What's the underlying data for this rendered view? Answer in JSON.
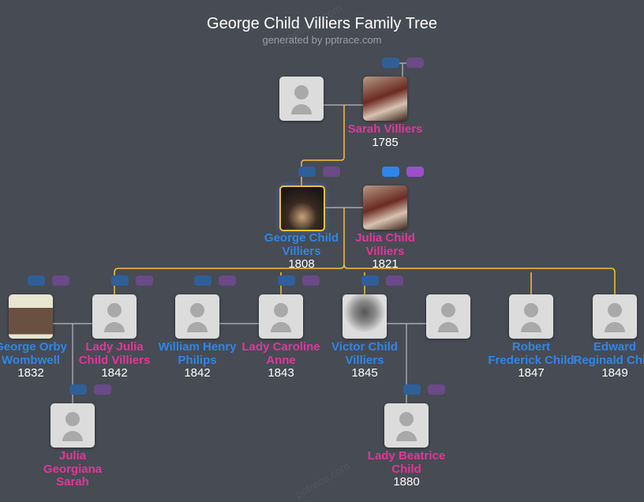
{
  "header": {
    "title": "George Child Villiers Family Tree",
    "subtitle": "generated by pptrace.com",
    "watermark": "pptrace.com"
  },
  "colors": {
    "male": "#2f86e8",
    "female": "#e0379a",
    "line_descent": "#f5bf3c",
    "line_couple": "#b9bcc2",
    "background": "#474b53"
  },
  "people": [
    {
      "id": "p0",
      "name": "",
      "year": "",
      "gender": "unknown",
      "photo": "placeholder"
    },
    {
      "id": "p1",
      "name": "Sarah Villiers",
      "year": "1785",
      "gender": "f",
      "photo": "portrait"
    },
    {
      "id": "p2",
      "name": "George Child Villiers",
      "year": "1808",
      "gender": "m",
      "photo": "painting",
      "selected": true
    },
    {
      "id": "p3",
      "name": "Julia Child Villiers",
      "year": "1821",
      "gender": "f",
      "photo": "portrait"
    },
    {
      "id": "p4",
      "name": "George Orby Wombwell",
      "year": "1832",
      "gender": "m",
      "photo": "caricature"
    },
    {
      "id": "p5",
      "name": "Lady Julia Child Villiers",
      "year": "1842",
      "gender": "f",
      "photo": "placeholder"
    },
    {
      "id": "p6",
      "name": "William Henry Philips",
      "year": "1842",
      "gender": "m",
      "photo": "placeholder"
    },
    {
      "id": "p7",
      "name": "Lady Caroline Anne",
      "year": "1843",
      "gender": "f",
      "photo": "placeholder"
    },
    {
      "id": "p8",
      "name": "Victor Child Villiers",
      "year": "1845",
      "gender": "m",
      "photo": "engraving"
    },
    {
      "id": "p9",
      "name": "",
      "year": "",
      "gender": "unknown",
      "photo": "placeholder"
    },
    {
      "id": "p10",
      "name": "Robert Frederick Child",
      "year": "1847",
      "gender": "m",
      "photo": "placeholder"
    },
    {
      "id": "p11",
      "name": "Edward Reginald Child",
      "year": "1849",
      "gender": "m",
      "photo": "placeholder"
    },
    {
      "id": "p12",
      "name": "Julia Georgiana Sarah",
      "year": "",
      "gender": "f",
      "photo": "placeholder"
    },
    {
      "id": "p13",
      "name": "Lady Beatrice Child",
      "year": "1880",
      "gender": "f",
      "photo": "placeholder"
    }
  ]
}
